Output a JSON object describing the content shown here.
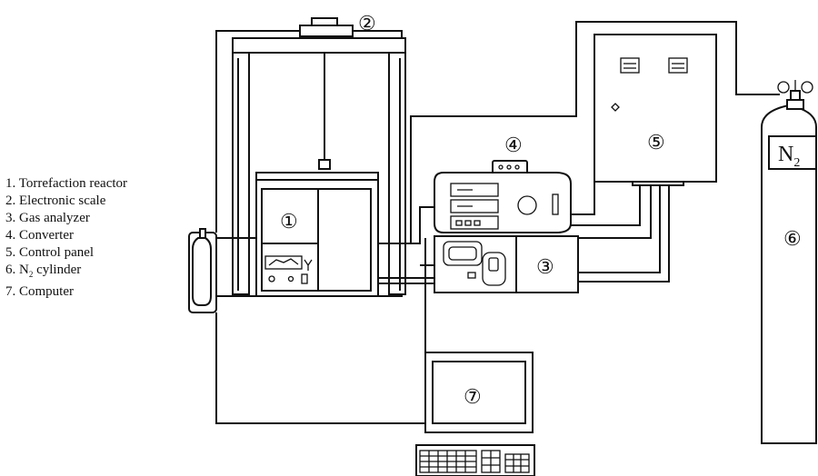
{
  "legend": {
    "items": [
      {
        "text": "1. Torrefaction reactor"
      },
      {
        "text": "2. Electronic scale"
      },
      {
        "text": "3. Gas analyzer"
      },
      {
        "text": "4. Converter"
      },
      {
        "text": "5. Control panel"
      },
      {
        "text": "6. N",
        "sub": "2",
        "tail": " cylinder"
      },
      {
        "text": "7. Computer"
      }
    ]
  },
  "markers": {
    "reactor": "①",
    "scale": "②",
    "gas_analyzer": "③",
    "converter": "④",
    "control_panel": "⑤",
    "cylinder": "⑥",
    "computer": "⑦"
  },
  "cylinder_label": {
    "main": "N",
    "sub": "2"
  }
}
